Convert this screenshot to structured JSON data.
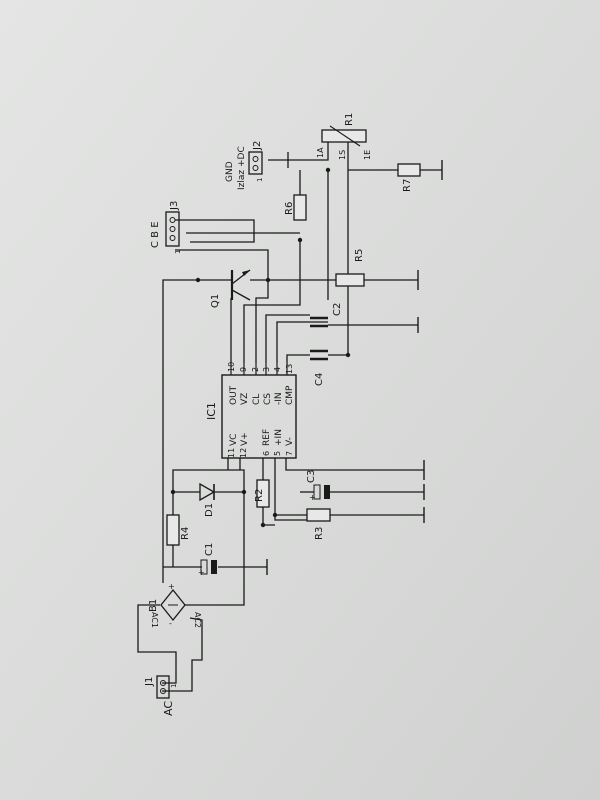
{
  "labels": {
    "ac": "AC",
    "j1": "J1",
    "b1": "B1",
    "ac1": "AC1",
    "ac2": "AC2",
    "plus": "+",
    "minus": "-",
    "c1": "C1",
    "r4": "R4",
    "d1": "D1",
    "r2": "R2",
    "r3": "R3",
    "c3": "C3",
    "ic1": "IC1",
    "q1": "Q1",
    "c2": "C2",
    "c4": "C4",
    "r5": "R5",
    "r6": "R6",
    "r7": "R7",
    "r1": "R1",
    "j3": "J3",
    "cbe": "C B E",
    "j2": "J2",
    "gnd": "GND",
    "izlaz": "Izlaz +DC",
    "one_a": "1A",
    "one_s": "1S",
    "one_e": "1E",
    "pin1_j1": "1",
    "pin1_j3": "1",
    "pin1_j2": "1"
  },
  "ic1": {
    "left_pins": [
      "VC",
      "V+",
      "REF",
      "+IN",
      "V-"
    ],
    "right_pins": [
      "OUT",
      "VZ",
      "CL",
      "CS",
      "-IN",
      "CMP"
    ],
    "pin_numbers_top": [
      "11",
      "12",
      "6",
      "5",
      "7"
    ],
    "pin_numbers_bottom": [
      "10",
      "9",
      "2",
      "3",
      "4",
      "13"
    ]
  },
  "colors": {
    "paper": "#dcdddc",
    "ink": "#1a1a1a"
  }
}
